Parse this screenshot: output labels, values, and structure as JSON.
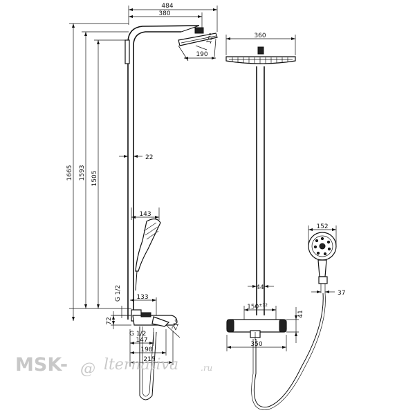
{
  "dimensions": {
    "width_484": "484",
    "width_380": "380",
    "width_360": "360",
    "width_190": "190",
    "angle_10": "10°",
    "height_1665": "1665",
    "height_1593": "1593",
    "height_1505": "1505",
    "dia_22": "22",
    "width_143": "143",
    "thread_g_top": "G 1/2",
    "width_133": "133",
    "height_72": "72",
    "thread_g_bottom": "G 1/2",
    "angle_21": "21°",
    "width_147": "147",
    "width_198": "198",
    "width_215": "215",
    "width_44": "44",
    "width_150_base": "150",
    "width_150_tol": "±12",
    "height_41": "41",
    "width_350": "350",
    "width_152": "152",
    "width_37": "37"
  },
  "watermark": {
    "brand": "MSK-",
    "at": "@",
    "script": "lternativa",
    "tld": ".ru"
  }
}
